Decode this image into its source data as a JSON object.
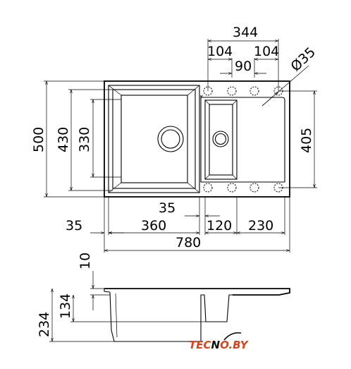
{
  "dimensions": {
    "top_total": "344",
    "top_left_offset": "104",
    "top_right_offset": "104",
    "top_middle": "90",
    "hole_diameter": "Ø35",
    "left_overall_height": "500",
    "left_bowl_outer": "430",
    "left_bowl_inner": "330",
    "right_drainer_height": "405",
    "left_edge_offset": "35",
    "small_gap": "35",
    "main_bowl_width": "360",
    "small_bowl_width": "120",
    "drainer_width": "230",
    "overall_width": "780",
    "rim_thickness": "10",
    "small_depth": "134",
    "total_depth": "234"
  },
  "brand": {
    "logo_prefix": "TEC",
    "logo_mark": "N",
    "logo_suffix": "O.BY",
    "color_accent": "#e0401a",
    "color_text": "#111111"
  }
}
